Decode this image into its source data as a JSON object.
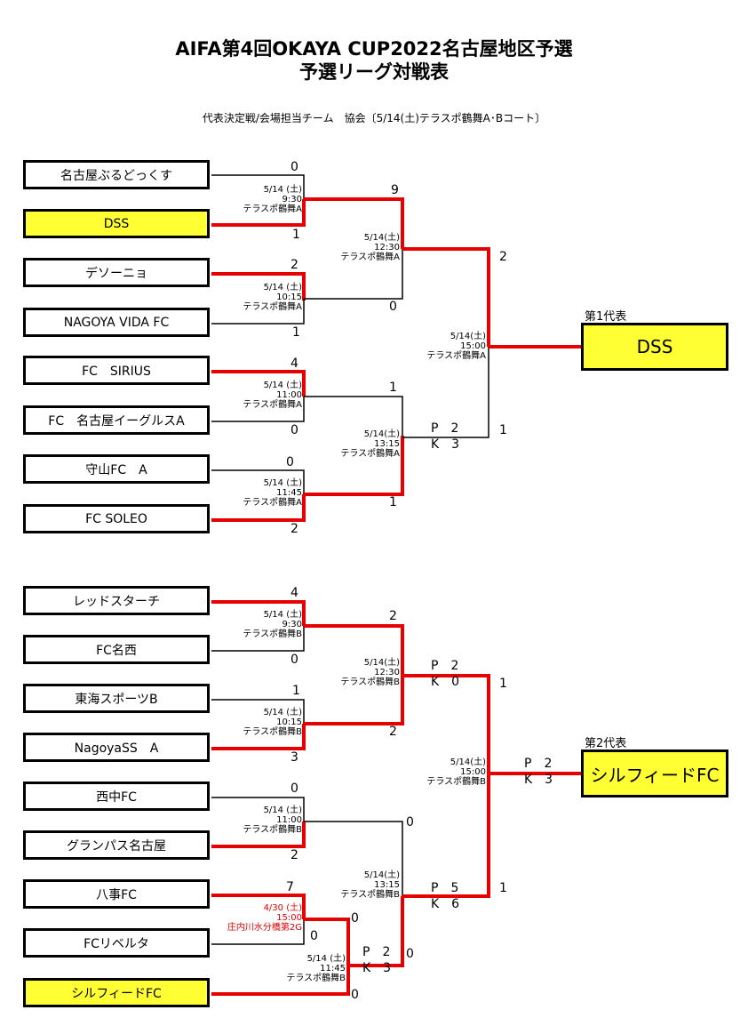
{
  "title_line1": "AIFA第4回OKAYA CUP2022名古屋地区予選",
  "title_line2": "予選リーグ対戦表",
  "subtitle": "代表決定戦/会場担当チーム　協会〔5/14(土)テラスポ鶴舞A･Bコート〕",
  "colors": {
    "winner_line": "#e60000",
    "highlight": "#ffff33"
  },
  "block_a": {
    "teams": [
      "名古屋ぶるどっくす",
      "DSS",
      "デソーニョ",
      "NAGOYA VIDA FC",
      "FC　SIRIUS",
      "FC　名古屋イーグルスA",
      "守山FC　A",
      "FC SOLEO"
    ],
    "r1": [
      {
        "date": "5/14 (土)",
        "time": "9:30",
        "venue": "テラスポ鶴舞A",
        "s1": "0",
        "s2": "1"
      },
      {
        "date": "5/14 (土)",
        "time": "10:15",
        "venue": "テラスポ鶴舞A",
        "s1": "2",
        "s2": "1"
      },
      {
        "date": "5/14 (土)",
        "time": "11:00",
        "venue": "テラスポ鶴舞A",
        "s1": "4",
        "s2": "0"
      },
      {
        "date": "5/14 (土)",
        "time": "11:45",
        "venue": "テラスポ鶴舞A",
        "s1": "0",
        "s2": "2"
      }
    ],
    "r2": [
      {
        "date": "5/14(土)",
        "time": "12:30",
        "venue": "テラスポ鶴舞A",
        "s1": "9",
        "s2": "0"
      },
      {
        "date": "5/14(土)",
        "time": "13:15",
        "venue": "テラスポ鶴舞A",
        "s1": "1",
        "s2": "1",
        "pk1": "P　2",
        "pk2": "K　3"
      }
    ],
    "final": {
      "date": "5/14(土)",
      "time": "15:00",
      "venue": "テラスポ鶴舞A",
      "s1": "2",
      "s2": "1"
    },
    "rep_label": "第1代表",
    "rep_team": "DSS"
  },
  "block_b": {
    "teams": [
      "レッドスターチ",
      "FC名西",
      "東海スポーツB",
      "NagoyaSS　A",
      "西中FC",
      "グランパス名古屋",
      "八事FC",
      "FCリベルタ",
      "シルフィードFC"
    ],
    "r1": [
      {
        "date": "5/14 (土)",
        "time": "9:30",
        "venue": "テラスポ鶴舞B",
        "s1": "4",
        "s2": "0"
      },
      {
        "date": "5/14 (土)",
        "time": "10:15",
        "venue": "テラスポ鶴舞B",
        "s1": "1",
        "s2": "3"
      },
      {
        "date": "5/14 (土)",
        "time": "11:00",
        "venue": "テラスポ鶴舞B",
        "s1": "0",
        "s2": "2"
      }
    ],
    "pre": {
      "date": "4/30 (土)",
      "time": "15:00",
      "venue": "庄内川水分橋第2G",
      "s1": "7",
      "s2": "0"
    },
    "pre2": {
      "date": "5/14 (土)",
      "time": "11:45",
      "venue": "テラスポ鶴舞B",
      "s1": "0",
      "s2": "0",
      "pk1": "P　2",
      "pk2": "K　3"
    },
    "r2": [
      {
        "date": "5/14(土)",
        "time": "12:30",
        "venue": "テラスポ鶴舞B",
        "s1": "2",
        "s2": "2",
        "pk1": "P　2",
        "pk2": "K　0"
      },
      {
        "date": "5/14(土)",
        "time": "13:15",
        "venue": "テラスポ鶴舞B",
        "s1": "0",
        "s2": "0",
        "pk1": "P　5",
        "pk2": "K　6"
      }
    ],
    "final": {
      "date": "5/14(土)",
      "time": "15:00",
      "venue": "テラスポ鶴舞B",
      "s1": "1",
      "s2": "1",
      "pk1": "P　2",
      "pk2": "K　3"
    },
    "rep_label": "第2代表",
    "rep_team": "シルフィードFC"
  }
}
